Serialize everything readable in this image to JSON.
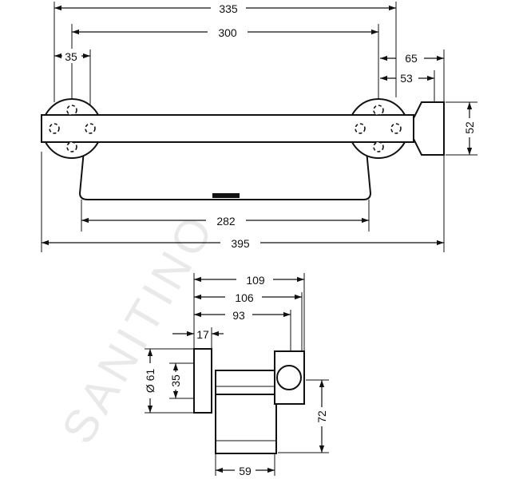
{
  "watermark": "SANITINO",
  "front_view": {
    "dimensions": {
      "overall_top": "335",
      "hole_spacing": "300",
      "flange_offset": "35",
      "right_depth": "65",
      "right_inner": "53",
      "holder_height": "52",
      "shelf_width": "282",
      "overall_length": "395"
    }
  },
  "side_view": {
    "dimensions": {
      "depth_109": "109",
      "depth_106": "106",
      "depth_93": "93",
      "flange_17": "17",
      "diameter_61": "Ø 61",
      "inner_35": "35",
      "height_72": "72",
      "width_59": "59"
    }
  }
}
